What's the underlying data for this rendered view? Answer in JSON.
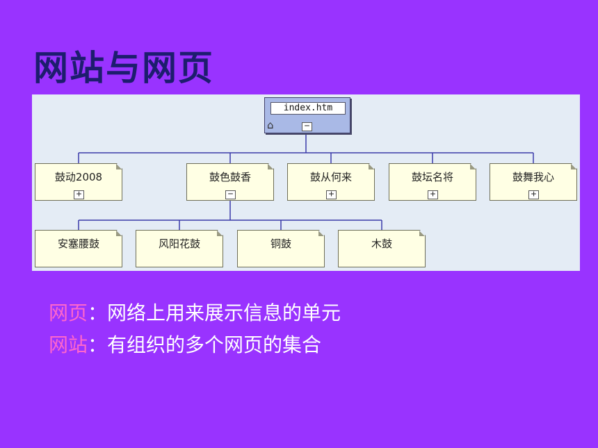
{
  "title": "网站与网页",
  "diagram": {
    "root": {
      "label": "index.htm",
      "toggle": "−"
    },
    "level1": [
      {
        "label": "鼓动2008",
        "toggle": "+"
      },
      {
        "label": "鼓色鼓香",
        "toggle": "−"
      },
      {
        "label": "鼓从何来",
        "toggle": "+"
      },
      {
        "label": "鼓坛名将",
        "toggle": "+"
      },
      {
        "label": "鼓舞我心",
        "toggle": "+"
      }
    ],
    "level2": [
      {
        "label": "安塞腰鼓"
      },
      {
        "label": "风阳花鼓"
      },
      {
        "label": "铜鼓"
      },
      {
        "label": "木鼓"
      }
    ]
  },
  "definitions": [
    {
      "term": "网页",
      "sep": "：",
      "text": "网络上用来展示信息的单元"
    },
    {
      "term": "网站",
      "sep": "：",
      "text": "有组织的多个网页的集合"
    }
  ],
  "colors": {
    "background": "#9933ff",
    "title": "#1d1d6e",
    "term": "#ff66cc",
    "text": "#ffffff",
    "connector": "#3a3aa8"
  }
}
